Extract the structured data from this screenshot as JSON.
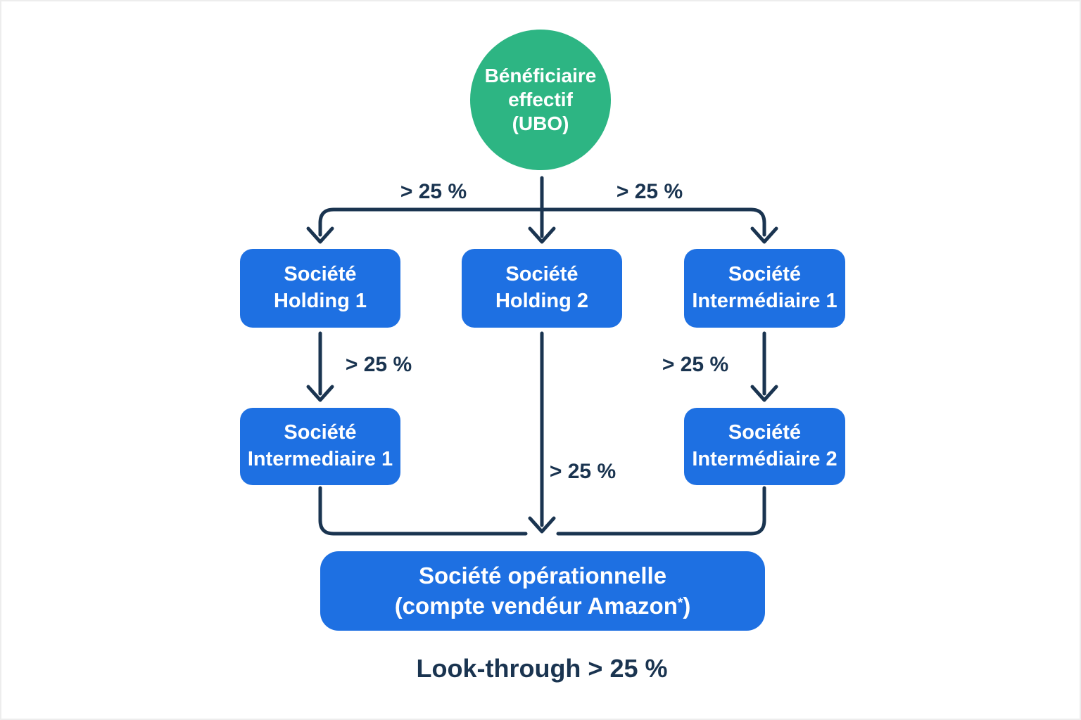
{
  "diagram": {
    "title_semantics": "UBO ownership look-through flowchart",
    "ubo_circle": {
      "line1": "Bénéficiaire",
      "line2": "effectif",
      "line3": "(UBO)"
    },
    "boxes": {
      "holding1": {
        "line1": "Société",
        "line2": "Holding 1"
      },
      "holding2": {
        "line1": "Société",
        "line2": "Holding 2"
      },
      "intermediaire1_top": {
        "line1": "Société",
        "line2": "Intermédiaire 1"
      },
      "intermediaire1_mid": {
        "line1": "Société",
        "line2": "Intermediaire 1"
      },
      "intermediaire2": {
        "line1": "Société",
        "line2": "Intermédiaire 2"
      },
      "operational": {
        "line1": "Société opérationnelle",
        "line2_pre": "(compte vendéur Amazon",
        "asterisk": "*",
        "line2_post": ")"
      }
    },
    "edge_labels": {
      "top_left": "> 25 %",
      "top_right": "> 25 %",
      "mid_left": "> 25 %",
      "mid_right": "> 25 %",
      "center": "> 25 %"
    },
    "footer": "Look-through > 25 %",
    "colors": {
      "green_node": "#2DB583",
      "blue_node": "#1E70E2",
      "line_navy": "#1A3450",
      "text_on_node": "#FFFFFF",
      "background": "#FFFFFF"
    }
  }
}
